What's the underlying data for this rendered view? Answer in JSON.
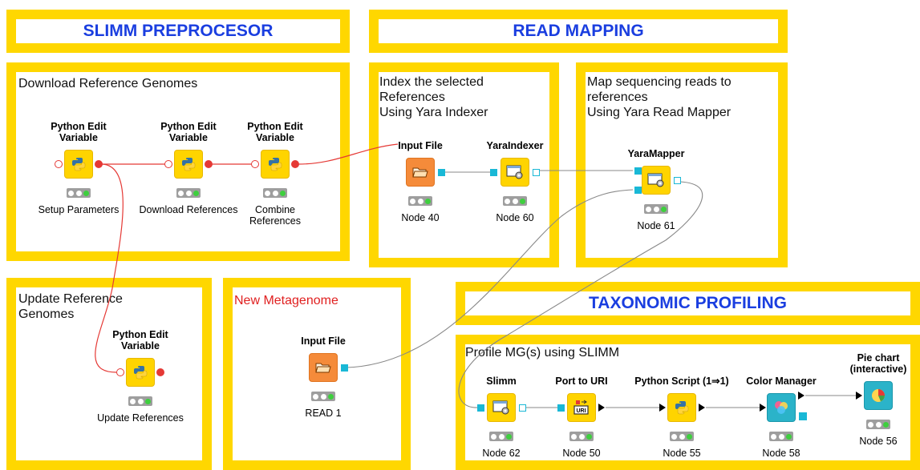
{
  "banners": {
    "slimm_preprocessor": "SLIMM PREPROCESOR",
    "read_mapping": "READ MAPPING",
    "taxonomic_profiling": "TAXONOMIC PROFILING"
  },
  "annotations": {
    "download_reference_genomes": "Download Reference Genomes",
    "index_selected_references": [
      "Index the selected",
      "References",
      "Using Yara Indexer"
    ],
    "map_sequencing_reads": [
      "Map sequencing reads to",
      "references",
      "Using Yara Read Mapper"
    ],
    "update_reference_genomes": [
      "Update Reference",
      "Genomes"
    ],
    "new_metagenome": "New Metagenome",
    "profile_mgs": "Profile MG(s) using SLIMM"
  },
  "nodes": [
    {
      "id": "setup-parameters",
      "title": [
        "Python Edit",
        "Variable"
      ],
      "label": [
        "Setup Parameters"
      ],
      "icon": "python-icon"
    },
    {
      "id": "download-references",
      "title": [
        "Python Edit",
        "Variable"
      ],
      "label": [
        "Download References"
      ],
      "icon": "python-icon"
    },
    {
      "id": "combine-references",
      "title": [
        "Python Edit",
        "Variable"
      ],
      "label": [
        "Combine",
        "References"
      ],
      "icon": "python-icon"
    },
    {
      "id": "node-40",
      "title": [
        "Input File"
      ],
      "label": [
        "Node 40"
      ],
      "icon": "file-reader-icon"
    },
    {
      "id": "node-60",
      "title": [
        "YaraIndexer"
      ],
      "label": [
        "Node 60"
      ],
      "icon": "tool-gear-icon"
    },
    {
      "id": "node-61",
      "title": [
        "YaraMapper"
      ],
      "label": [
        "Node 61"
      ],
      "icon": "tool-gear-icon"
    },
    {
      "id": "update-references",
      "title": [
        "Python Edit",
        "Variable"
      ],
      "label": [
        "Update References"
      ],
      "icon": "python-icon"
    },
    {
      "id": "read-1",
      "title": [
        "Input File"
      ],
      "label": [
        "READ 1"
      ],
      "icon": "file-reader-icon"
    },
    {
      "id": "node-62",
      "title": [
        "Slimm"
      ],
      "label": [
        "Node 62"
      ],
      "icon": "tool-gear-icon"
    },
    {
      "id": "node-50",
      "title": [
        "Port to URI"
      ],
      "label": [
        "Node 50"
      ],
      "icon": "port-to-uri-icon"
    },
    {
      "id": "node-55",
      "title": [
        "Python Script (1⇒1)"
      ],
      "label": [
        "Node 55"
      ],
      "icon": "python-icon"
    },
    {
      "id": "node-58",
      "title": [
        "Color Manager"
      ],
      "label": [
        "Node 58"
      ],
      "icon": "color-manager-icon"
    },
    {
      "id": "node-56",
      "title": [
        "Pie chart",
        "(interactive)"
      ],
      "label": [
        "Node 56"
      ],
      "icon": "pie-chart-icon"
    }
  ],
  "colors": {
    "annotation_border": "#FFD700",
    "banner_text": "#1a3ee0",
    "flow_variable": "#e53935",
    "data_port": "#19b8d6",
    "node_yellow": "#FFD400",
    "node_orange": "#F58B3A",
    "status_green": "#3ecf3e"
  }
}
